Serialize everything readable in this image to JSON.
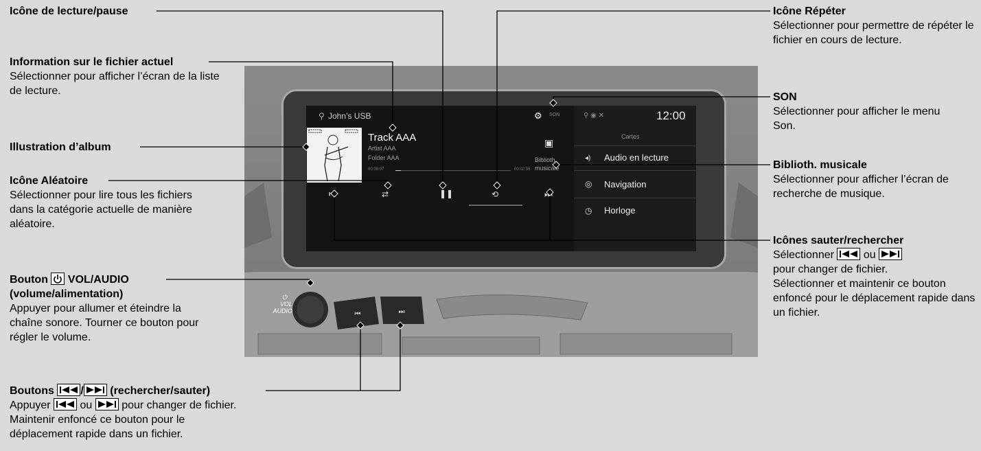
{
  "callouts": {
    "play_pause": {
      "title": "Icône de lecture/pause"
    },
    "current_file": {
      "title": "Information sur le fichier actuel",
      "desc": "Sélectionner pour afficher l’écran de la liste de lecture."
    },
    "album_art": {
      "title": "Illustration d’album"
    },
    "shuffle": {
      "title": "Icône Aléatoire",
      "desc": "Sélectionner pour lire tous les fichiers dans la catégorie actuelle de manière aléatoire."
    },
    "vol_audio": {
      "title_pre": "Bouton",
      "title_post": "VOL/AUDIO",
      "title2": "(volume/alimentation)",
      "desc": "Appuyer pour allumer et éteindre la chaîne sonore. Tourner ce bouton pour régler le volume."
    },
    "seek_buttons": {
      "title_pre": "Boutons",
      "title_post": "(rechercher/sauter)",
      "desc_pre": "Appuyer",
      "desc_mid": "ou",
      "desc_post": "pour changer de fichier.",
      "desc2": "Maintenir enfoncé ce bouton pour le déplacement rapide dans un fichier."
    },
    "repeat": {
      "title": "Icône Répéter",
      "desc": "Sélectionner pour permettre de répéter le fichier en cours de lecture."
    },
    "son": {
      "title": "SON",
      "desc": "Sélectionner pour afficher le menu Son."
    },
    "library": {
      "title": "Biblioth. musicale",
      "desc": "Sélectionner pour afficher l’écran de recherche de musique."
    },
    "skip_icons": {
      "title": "Icônes sauter/rechercher",
      "desc_pre": "Sélectionner",
      "desc_mid": "ou",
      "desc_post": "pour changer de fichier.",
      "desc2": "Sélectionner et maintenir ce bouton enfoncé pour le déplacement rapide dans un fichier."
    }
  },
  "screen": {
    "source": "John’s USB",
    "son_label": "SON",
    "clock": "12:00",
    "track": "Track AAA",
    "artist": "Artist AAA",
    "folder": "Folder AAA",
    "elapsed": "00:00:07",
    "total": "00:02:36",
    "library_line1": "Biblioth.",
    "library_line2": "musicale",
    "menu_header": "Cartes",
    "menu_items": [
      "Audio en lecture",
      "Navigation",
      "Horloge"
    ]
  },
  "console": {
    "vol_label": "VOL AUDIO"
  }
}
